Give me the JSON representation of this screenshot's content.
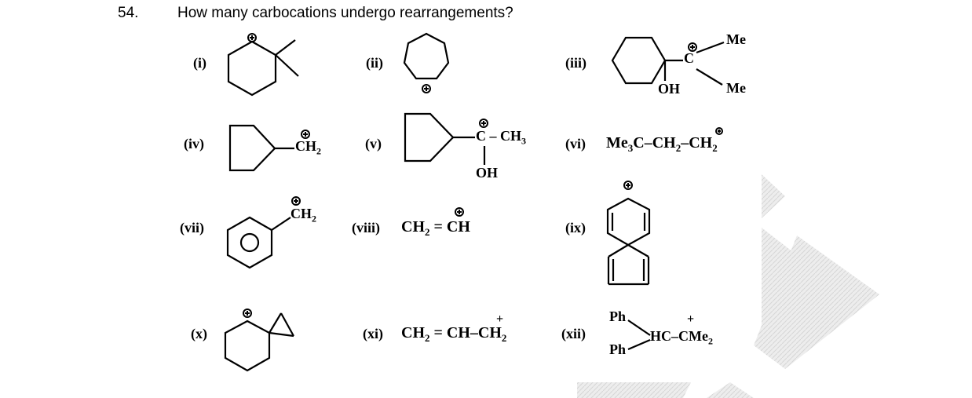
{
  "question": {
    "number": "54.",
    "text": "How many carbocations undergo rearrangements?"
  },
  "items": [
    {
      "label": "(i)"
    },
    {
      "label": "(ii)"
    },
    {
      "label": "(iii)",
      "groups": {
        "me_top": "Me",
        "me_bottom": "Me",
        "oh": "OH",
        "c": "C"
      }
    },
    {
      "label": "(iv)",
      "formula": "CH2"
    },
    {
      "label": "(v)",
      "groups": {
        "c_ch3": "C – CH3",
        "oh": "OH"
      }
    },
    {
      "label": "(vi)",
      "formula": "Me3C–CH2–CH2"
    },
    {
      "label": "(vii)",
      "formula": "CH2"
    },
    {
      "label": "(viii)",
      "formula": "CH2 = CH"
    },
    {
      "label": "(ix)"
    },
    {
      "label": "(x)"
    },
    {
      "label": "(xi)",
      "formula": "CH2 = CH–CH2",
      "charge": "+"
    },
    {
      "label": "(xii)",
      "groups": {
        "ph_top": "Ph",
        "ph_bottom": "Ph",
        "chain": "HC–CMe2"
      },
      "charge": "+"
    }
  ]
}
